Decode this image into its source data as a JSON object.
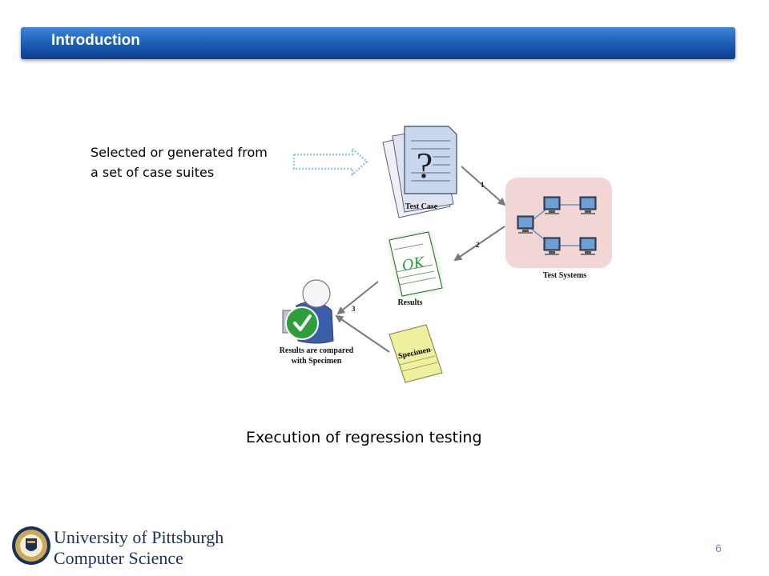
{
  "slide": {
    "title": "Introduction",
    "note_lines": [
      "Selected or generated from",
      "a set of case suites"
    ],
    "caption": "Execution of regression testing",
    "page_number": "6"
  },
  "diagram": {
    "test_case_label": "Test Case",
    "test_case_symbol": "?",
    "test_systems_label": "Test Systems",
    "results_label": "Results",
    "results_stamp": "OK",
    "specimen_label": "Specimen",
    "person_caption_line1": "Results are compared",
    "person_caption_line2": "with Specimen",
    "step1": "1",
    "step2": "2",
    "step3": "3"
  },
  "footer": {
    "university": "University of Pittsburgh",
    "department": "Computer Science"
  },
  "colors": {
    "title_bar": "#1f62b8",
    "test_systems_bg": "#f2d6d6",
    "check_green": "#2e9e3a",
    "results_glow": "#9be39b",
    "specimen_yellow": "#eef0a0",
    "person_blue": "#3b5ea9",
    "footer_navy": "#1b2f5c"
  }
}
